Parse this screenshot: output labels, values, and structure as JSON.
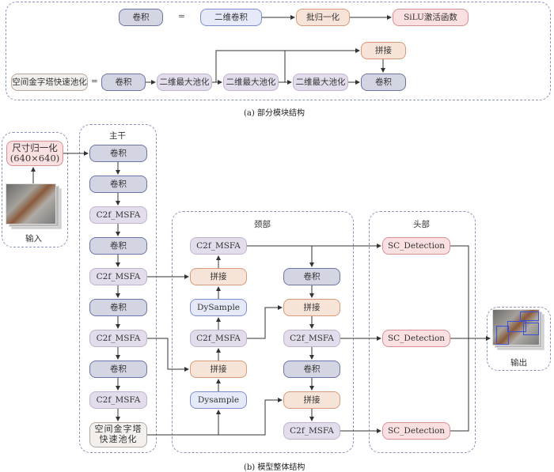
{
  "part_a": {
    "caption": "(a)  部分模块结构",
    "equals": "=",
    "conv_def": {
      "lhs": "卷积",
      "steps": [
        "二维卷积",
        "批归一化",
        "SiLU激活函数"
      ]
    },
    "sppf_def": {
      "lhs": "空间金字塔快速池化",
      "conv_in": "卷积",
      "pools": [
        "二维最大池化",
        "二维最大池化",
        "二维最大池化"
      ],
      "concat": "拼接",
      "conv_out": "卷积"
    }
  },
  "part_b": {
    "caption": "(b)  模型整体结构",
    "input": {
      "resize_line1": "尺寸归一化",
      "resize_line2": "(640×640)",
      "label": "输入"
    },
    "backbone": {
      "title": "主干",
      "blocks": [
        "卷积",
        "卷积",
        "C2f_MSFA",
        "卷积",
        "C2f_MSFA",
        "卷积",
        "C2f_MSFA",
        "卷积",
        "C2f_MSFA"
      ],
      "sppf_line1": "空间金字塔",
      "sppf_line2": "快速池化"
    },
    "neck": {
      "title": "颈部",
      "left": [
        "C2f_MSFA",
        "拼接",
        "DySample",
        "C2f_MSFA",
        "拼接",
        "Dysample"
      ],
      "right": [
        "卷积",
        "拼接",
        "C2f_MSFA",
        "卷积",
        "拼接",
        "C2f_MSFA"
      ]
    },
    "head": {
      "title": "头部",
      "blocks": [
        "SC_Detection",
        "SC_Detection",
        "SC_Detection"
      ]
    },
    "output": {
      "label": "输出"
    }
  },
  "colors": {
    "frame": "#8a93b8",
    "conv": "#d3d5e3",
    "conv2d": "#e6e9f7",
    "batchnorm": "#f7e4d8",
    "silu": "#fae0e1",
    "pool": "#e3dcea",
    "concat": "#f7e4d8",
    "detect": "#fae0e1"
  }
}
